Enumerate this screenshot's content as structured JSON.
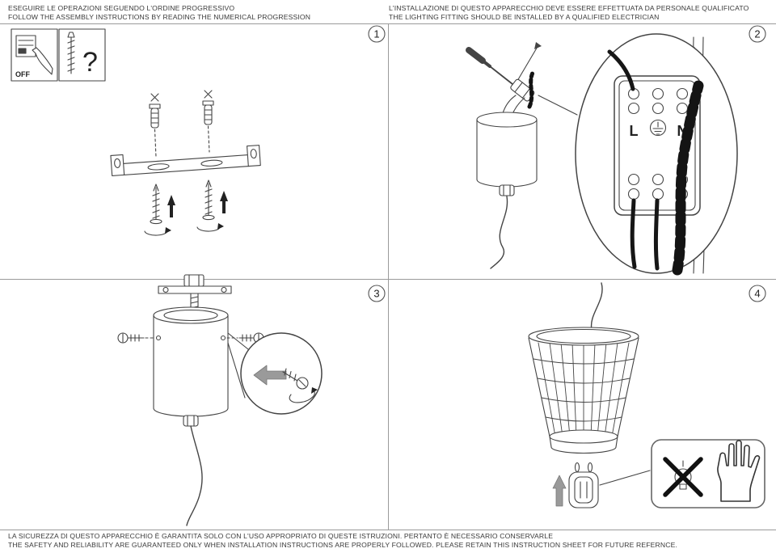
{
  "header": {
    "left": {
      "line1": "ESEGUIRE LE OPERAZIONI SEGUENDO L'ORDINE PROGRESSIVO",
      "line2": "FOLLOW THE ASSEMBLY INSTRUCTIONS BY READING THE NUMERICAL PROGRESSION"
    },
    "right": {
      "line1": "L'INSTALLAZIONE DI QUESTO APPARECCHIO DEVE ESSERE EFFETTUATA DA PERSONALE QUALIFICATO",
      "line2": "THE LIGHTING FITTING SHOULD BE INSTALLED BY A QUALIFIED ELECTRICIAN"
    }
  },
  "footer": {
    "line1": "LA SICUREZZA DI QUESTO APPARECCHIO È GARANTITA SOLO CON L'USO APPROPRIATO DI QUESTE ISTRUZIONI. PERTANTO È NECESSARIO CONSERVARLE",
    "line2": "THE SAFETY AND RELIABILITY ARE GUARANTEED ONLY WHEN INSTALLATION INSTRUCTIONS ARE PROPERLY FOLLOWED. PLEASE RETAIN THIS INSTRUCTION SHEET FOR FUTURE REFERNCE."
  },
  "steps": [
    {
      "number": "1"
    },
    {
      "number": "2"
    },
    {
      "number": "3"
    },
    {
      "number": "4"
    }
  ],
  "labels": {
    "off": "OFF",
    "question_mark": "?",
    "live": "L",
    "neutral": "N"
  },
  "colors": {
    "line": "#444444",
    "text": "#3a3a3a",
    "grid": "#9a9a9a",
    "background": "#ffffff"
  }
}
